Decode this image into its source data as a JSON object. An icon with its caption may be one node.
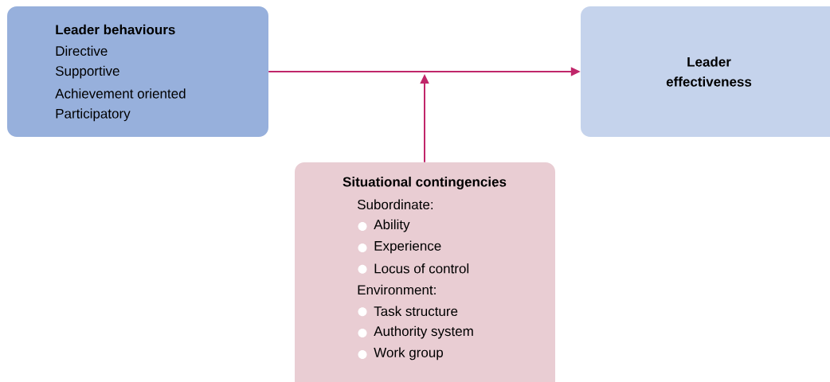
{
  "diagram": {
    "nodes": [
      {
        "text": [
          "Leader behaviours",
          "Directive",
          "Supportive",
          "Achievement oriented",
          "Participatory"
        ]
      },
      {
        "text": [
          "Leader effectiveness"
        ]
      },
      {
        "text": [
          "Situational contingencies",
          "Subordinate:",
          "Ability",
          "Experience",
          "Locus of control",
          "Environment:",
          "Task structure",
          "Authority system",
          "Work group"
        ]
      }
    ],
    "edges": [
      {
        "from": 0,
        "to": 1,
        "arrow": "to"
      },
      {
        "from": 2,
        "to": null,
        "arrow": "to"
      }
    ]
  }
}
